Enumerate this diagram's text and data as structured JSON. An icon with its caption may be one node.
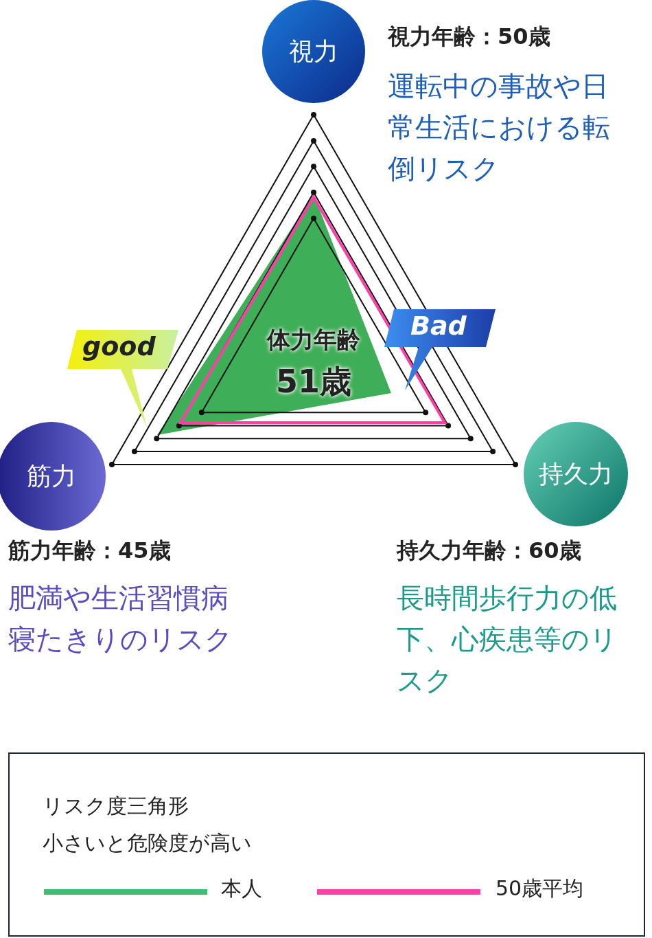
{
  "diagram": {
    "nodes": [
      {
        "text": [
          "視力"
        ],
        "beside": [
          "視力年齢：50歳",
          "運転中の事故や日常生活における転倒リスク"
        ]
      },
      {
        "text": [
          "筋力"
        ],
        "beside": [
          "筋力年齢：45歳",
          "肥満や生活習慣病寝たきりのリスク"
        ]
      },
      {
        "text": [
          "持久力"
        ],
        "beside": [
          "持久力年齢：60歳",
          "長時間歩行力の低下、心疾患等のリスク"
        ]
      }
    ],
    "labels": [
      "体力年齢",
      "51歳",
      "good",
      "Bad",
      "リスク度三角形",
      "小さいと危険度が高い"
    ],
    "legend": [
      {
        "text": "本人"
      },
      {
        "text": "50歳平均"
      }
    ]
  }
}
